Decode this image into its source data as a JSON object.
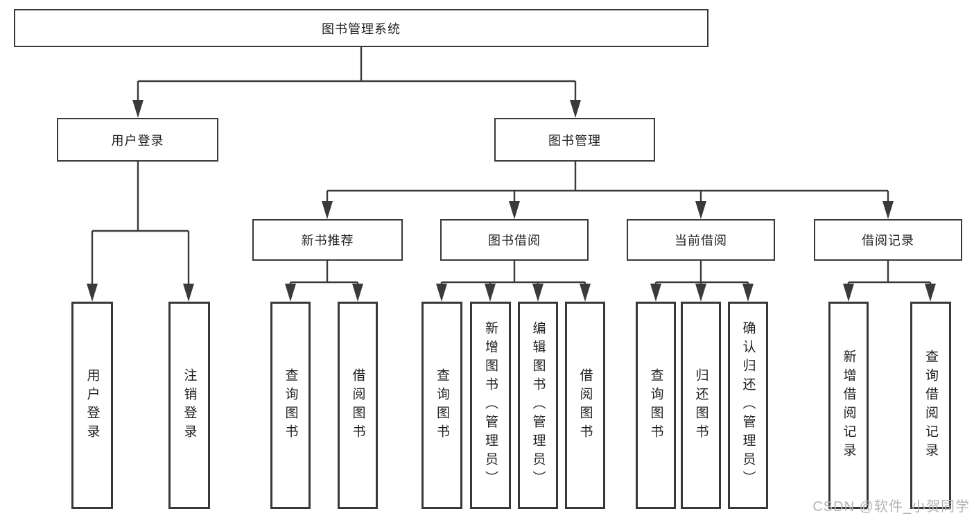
{
  "diagram": {
    "root": {
      "label": "图书管理系统"
    },
    "branches": [
      {
        "label": "用户登录",
        "children": [
          {
            "label": "用户登录"
          },
          {
            "label": "注销登录"
          }
        ]
      },
      {
        "label": "图书管理",
        "children": [
          {
            "label": "新书推荐",
            "children": [
              {
                "label": "查询图书"
              },
              {
                "label": "借阅图书"
              }
            ]
          },
          {
            "label": "图书借阅",
            "children": [
              {
                "label": "查询图书"
              },
              {
                "label": "新增图书（管理员）"
              },
              {
                "label": "编辑图书（管理员）"
              },
              {
                "label": "借阅图书"
              }
            ]
          },
          {
            "label": "当前借阅",
            "children": [
              {
                "label": "查询图书"
              },
              {
                "label": "归还图书"
              },
              {
                "label": "确认归还（管理员）"
              }
            ]
          },
          {
            "label": "借阅记录",
            "children": [
              {
                "label": "新增借阅记录"
              },
              {
                "label": "查询借阅记录"
              }
            ]
          }
        ]
      }
    ]
  },
  "watermark": "CSDN @软件_小贺同学",
  "colors": {
    "line": "#3a3a3a",
    "box_border": "#383838",
    "text": "#1f1f1f",
    "watermark": "#b3b3b3",
    "background": "#ffffff"
  }
}
